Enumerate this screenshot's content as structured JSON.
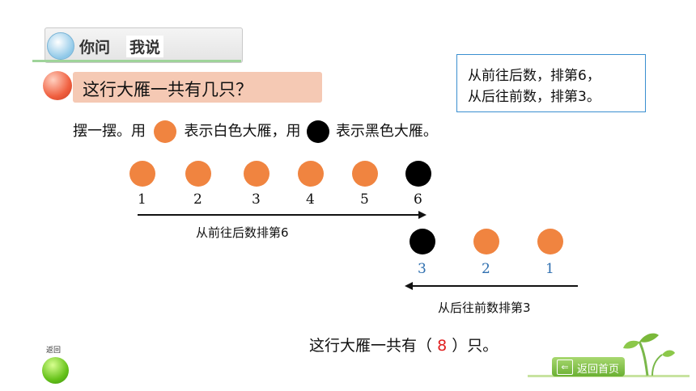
{
  "header": {
    "tab1": "你问",
    "tab2": "我说"
  },
  "question": {
    "text": "这行大雁一共有几只？"
  },
  "answer_box": {
    "line1": "从前往后数，排第6，",
    "line2": "从后往前数，排第3。"
  },
  "instruction": {
    "part1": "摆一摆。用",
    "part2": "表示白色大雁，用",
    "part3": "表示黑色大雁。"
  },
  "row1": {
    "geese": [
      "orange",
      "orange",
      "orange",
      "orange",
      "orange",
      "black"
    ],
    "numbers": [
      "1",
      "2",
      "3",
      "4",
      "5",
      "6"
    ],
    "arrow_label": "从前往后数排第6"
  },
  "row2": {
    "geese": [
      "black",
      "orange",
      "orange"
    ],
    "numbers": [
      "3",
      "2",
      "1"
    ],
    "arrow_label": "从后往前数排第3"
  },
  "summary": {
    "prefix": "这行大雁一共有（",
    "value": "8",
    "suffix": "）只。"
  },
  "nav": {
    "back_label": "返回",
    "home_label": "返回首页"
  },
  "colors": {
    "white_goose": "#f08440",
    "black_goose": "#000000",
    "answer": "#e02020",
    "accent_blue": "#3a8fd0"
  }
}
